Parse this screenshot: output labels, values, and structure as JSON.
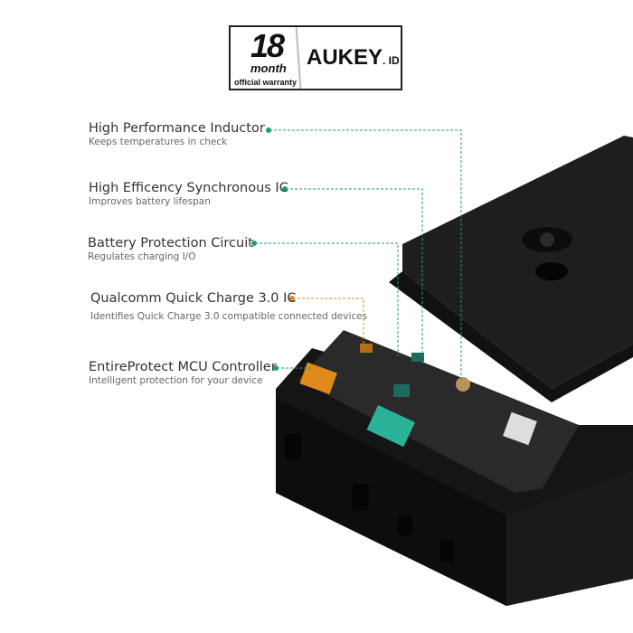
{
  "badge": {
    "number": "18",
    "unit": "month",
    "caption": "official warranty",
    "brand": "AUKEY",
    "suffix": ". ID"
  },
  "features": [
    {
      "title": "High Performance Inductor",
      "subtitle": "Keeps temperatures in check",
      "color": "#1a9e84"
    },
    {
      "title": "High Efficency Synchronous IC",
      "subtitle": "Improves battery lifespan",
      "color": "#1a9e84"
    },
    {
      "title": "Battery Protection Circuit",
      "subtitle": "Regulates charging I/O",
      "color": "#1a9e84"
    },
    {
      "title": "Qualcomm Quick Charge 3.0 IC",
      "subtitle": "Identifies Quick Charge 3.0 compatible connected devices",
      "color": "#e08a1e"
    },
    {
      "title": "EntireProtect MCU Controller",
      "subtitle": "Intelligent protection for your device",
      "color": "#1a9e84"
    }
  ]
}
